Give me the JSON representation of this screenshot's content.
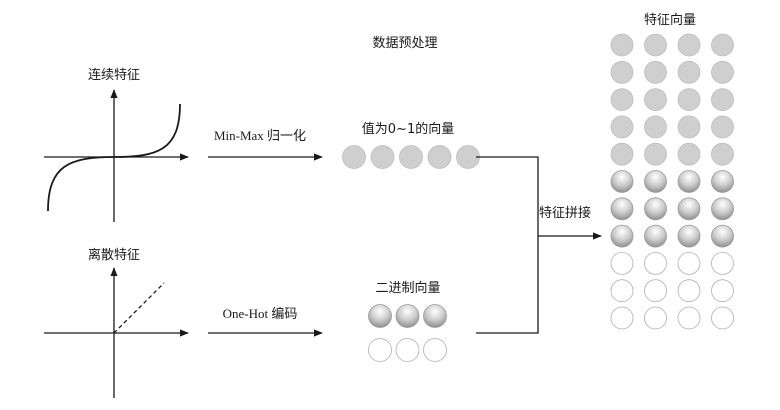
{
  "title": "数据预处理",
  "continuous": {
    "label": "连续特征",
    "arrow_label": "Min-Max 归一化",
    "vector_label": "值为0~1的向量",
    "circle_count": 5
  },
  "discrete": {
    "label": "离散特征",
    "arrow_label": "One-Hot 编码",
    "vector_label": "二进制向量",
    "filled_count": 3,
    "empty_count": 3
  },
  "concat_label": "特征拼接",
  "feature_vector": {
    "label": "特征向量",
    "columns": 4,
    "gray_rows": 5,
    "gradient_rows": 3,
    "empty_rows": 3
  },
  "colors": {
    "gray_circle": "#cfcfcf",
    "ink": "#1a1a1a"
  }
}
